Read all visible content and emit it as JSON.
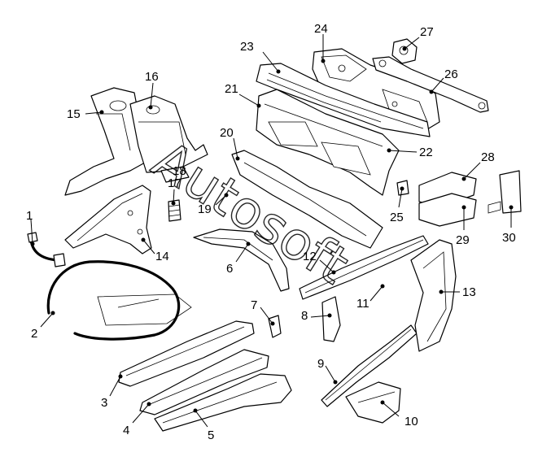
{
  "watermark": "Autosoft",
  "callouts": [
    "1",
    "2",
    "3",
    "4",
    "5",
    "6",
    "7",
    "8",
    "9",
    "10",
    "11",
    "12",
    "13",
    "14",
    "15",
    "16",
    "17",
    "18",
    "19",
    "20",
    "21",
    "22",
    "23",
    "24",
    "25",
    "26",
    "27",
    "28",
    "29",
    "30"
  ]
}
